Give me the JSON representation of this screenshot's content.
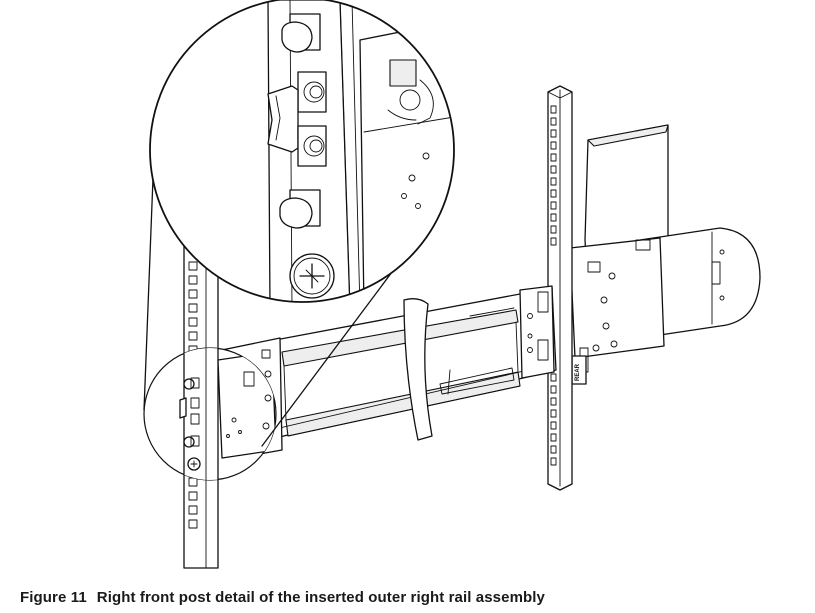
{
  "figure": {
    "number": "Figure 11",
    "caption": "Right front post detail of the inserted outer right rail assembly",
    "rail_label": "REAR"
  }
}
